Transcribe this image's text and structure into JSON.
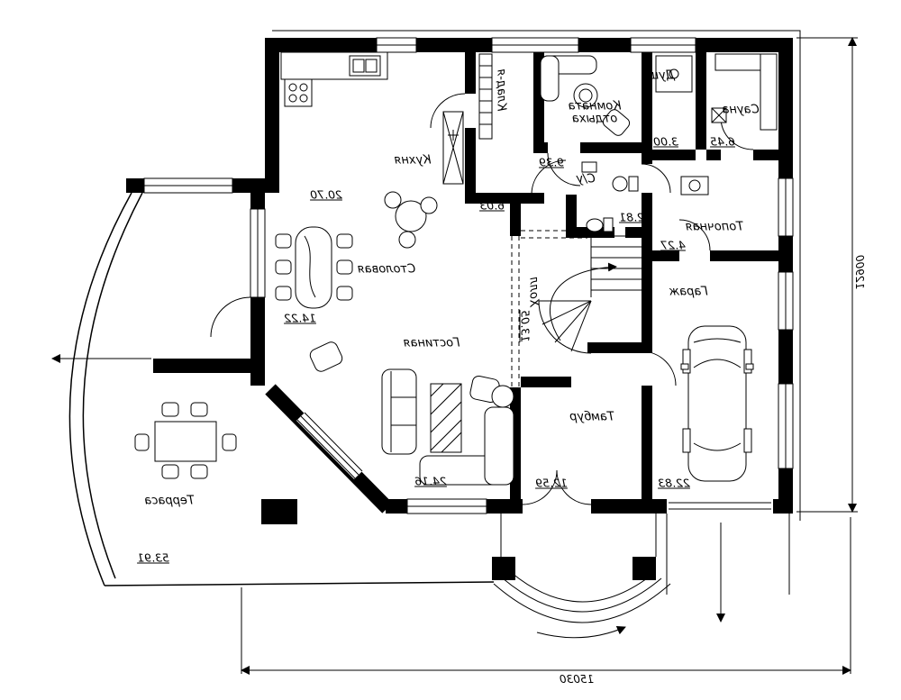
{
  "rooms": {
    "kitchen": {
      "name": "Кухня",
      "area": "20.70"
    },
    "pantry": {
      "name": "Клад-я",
      "area": "6.03"
    },
    "lounge": {
      "name": "Комната отдыха",
      "area": "9.39"
    },
    "shower": {
      "name": "Душ",
      "area": "3.00"
    },
    "sauna": {
      "name": "Сауна",
      "area": "6.45"
    },
    "wc": {
      "name": "С/у",
      "area": "2.81"
    },
    "boiler": {
      "name": "Топочная",
      "area": "4.27"
    },
    "hall": {
      "name": "Холл",
      "area": "13.05"
    },
    "dining": {
      "name": "Столовая",
      "area": "14.22"
    },
    "living": {
      "name": "Гостиная",
      "area": "24.16"
    },
    "vestibule": {
      "name": "Тамбур",
      "area": "12.59"
    },
    "garage": {
      "name": "Гараж",
      "area": "22.83"
    },
    "terrace": {
      "name": "Терраса",
      "area": "53.91"
    }
  },
  "dimensions": {
    "overall_depth": "12900",
    "overall_width": "15030"
  },
  "colors": {
    "wall": "#000000",
    "background": "#ffffff",
    "line": "#000000"
  }
}
